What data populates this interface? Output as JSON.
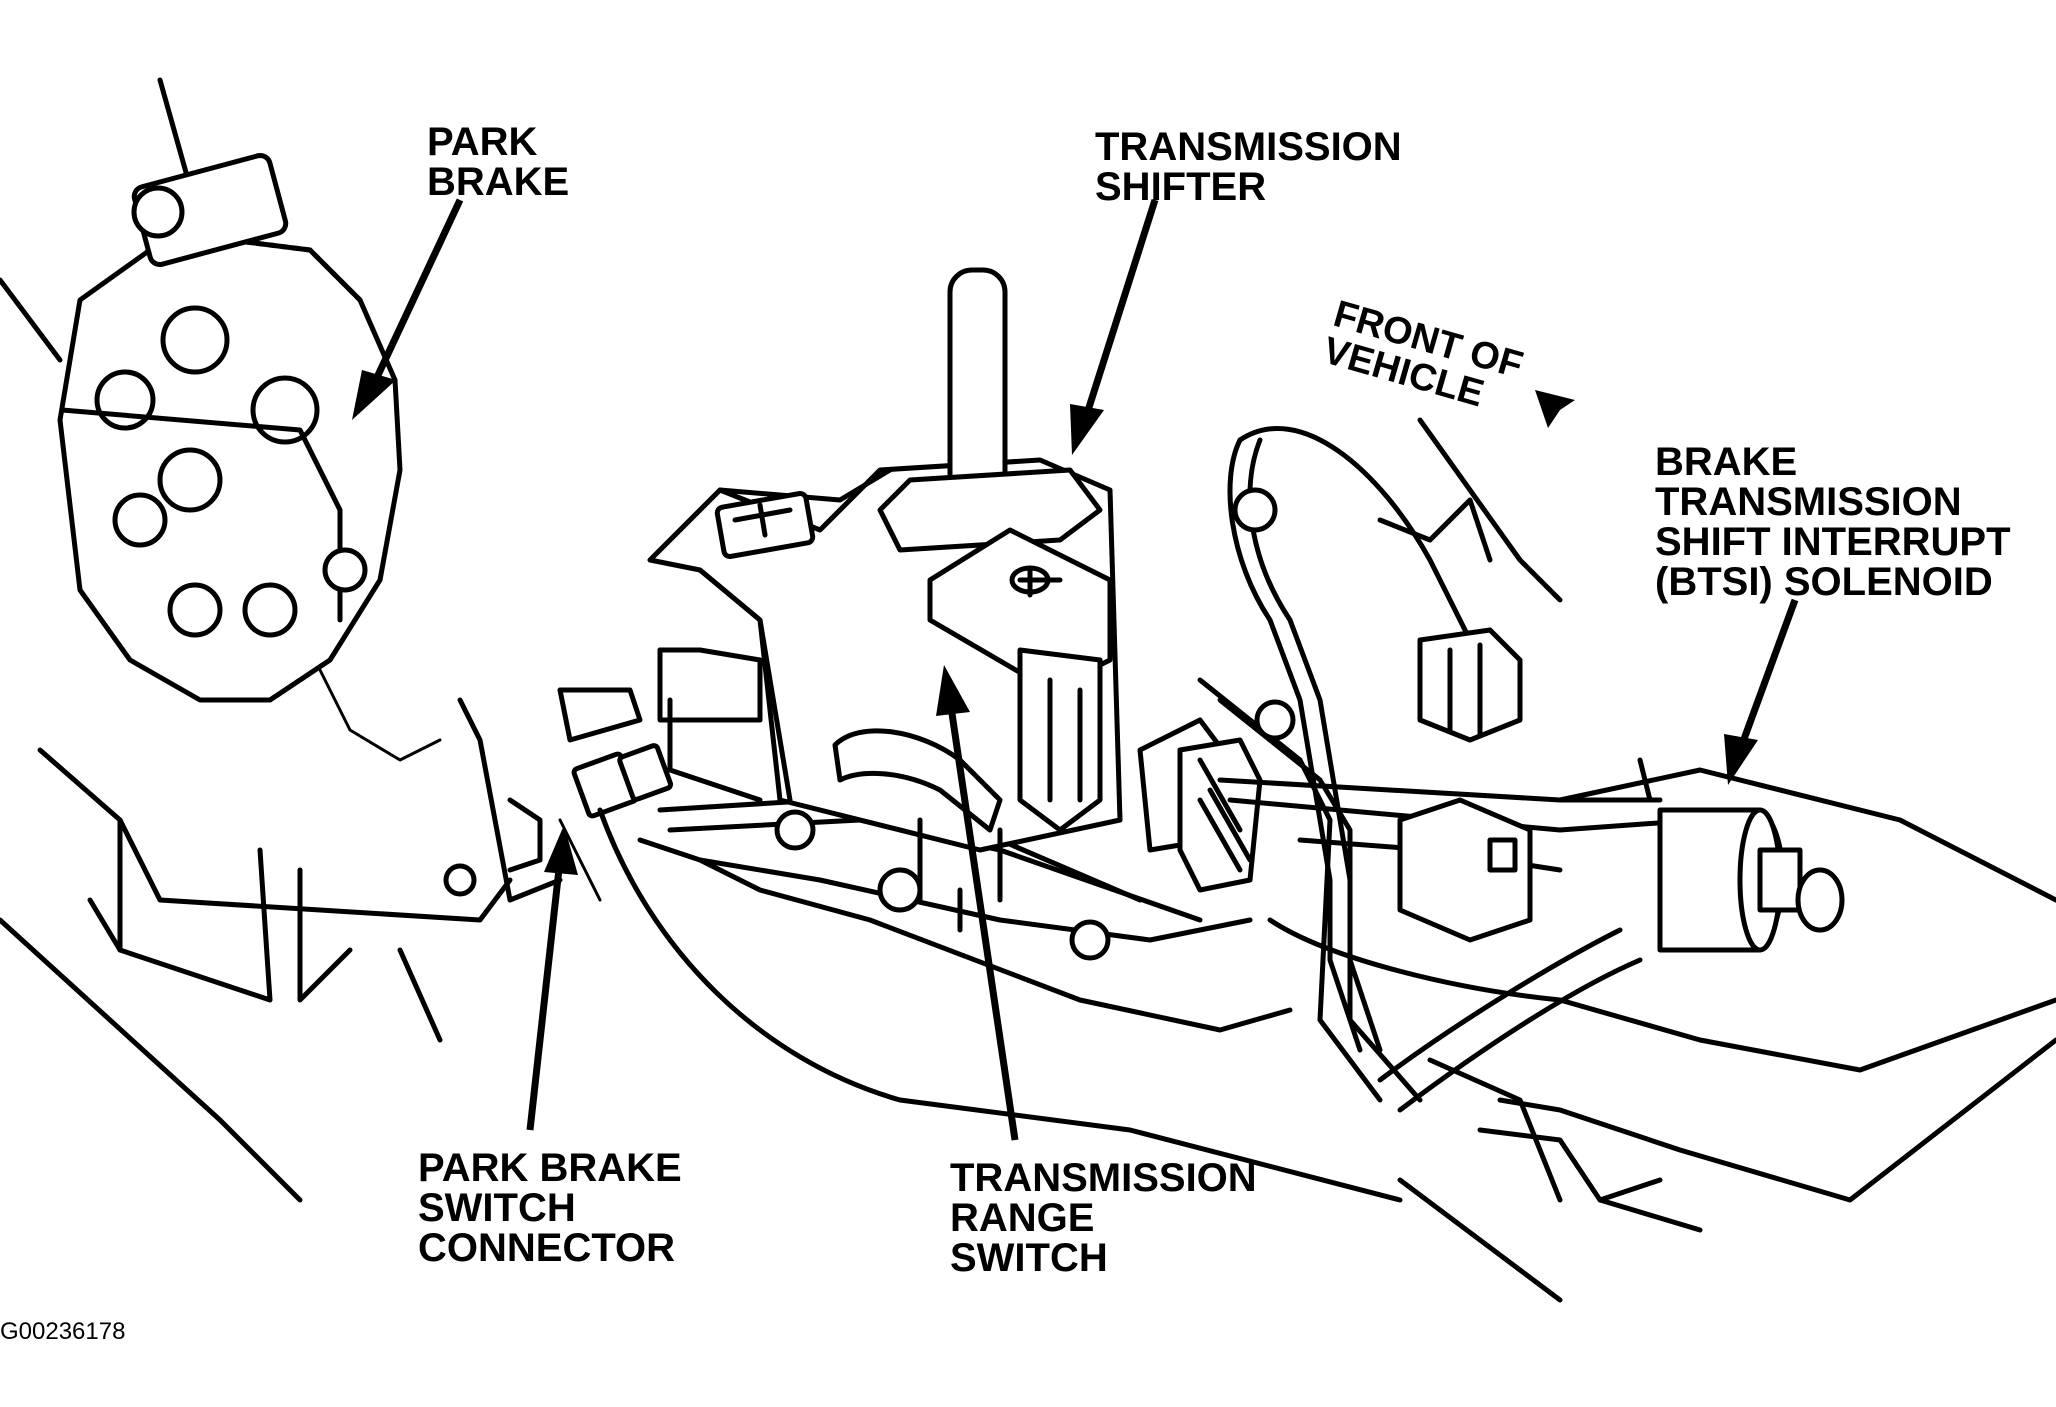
{
  "labels": {
    "park_brake": [
      "PARK",
      "BRAKE"
    ],
    "transmission_shifter": [
      "TRANSMISSION",
      "SHIFTER"
    ],
    "front_of_vehicle": [
      "FRONT OF",
      "VEHICLE"
    ],
    "btsi_solenoid": [
      "BRAKE",
      "TRANSMISSION",
      "SHIFT INTERRUPT",
      "(BTSI) SOLENOID"
    ],
    "park_brake_switch_connector": [
      "PARK BRAKE",
      "SWITCH",
      "CONNECTOR"
    ],
    "transmission_range_switch": [
      "TRANSMISSION",
      "RANGE",
      "SWITCH"
    ]
  },
  "figure_id": "G00236178"
}
